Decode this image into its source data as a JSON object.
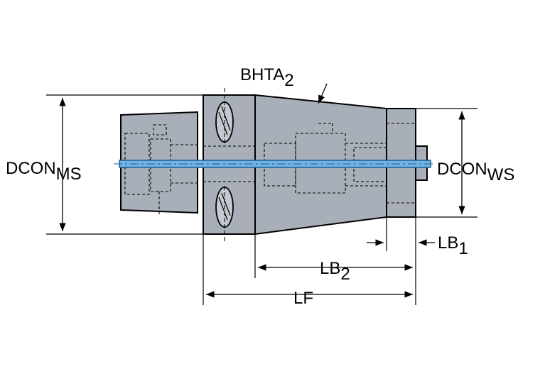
{
  "labels": {
    "dcon_ms": {
      "main": "DCON",
      "sub": "MS"
    },
    "dcon_ws": {
      "main": "DCON",
      "sub": "WS"
    },
    "bhta": {
      "main": "BHTA",
      "sub": "2"
    },
    "lb1": {
      "main": "LB",
      "sub": "1"
    },
    "lb2": {
      "main": "LB",
      "sub": "2"
    },
    "lf": {
      "main": "LF"
    }
  },
  "colors": {
    "body": "#a9afb8",
    "outline": "#000000",
    "coolant_channel": "#6fb4e3",
    "coolant_channel_edge": "#1f5e96"
  }
}
